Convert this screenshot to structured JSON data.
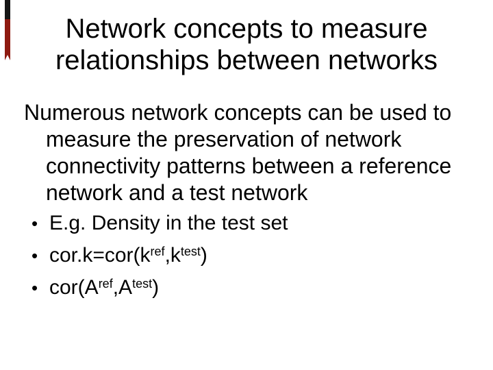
{
  "slide": {
    "background_color": "#ffffff",
    "text_color": "#000000",
    "ribbon": {
      "top_color": "#161616",
      "body_color": "#8e1a10"
    },
    "title": {
      "line1": "Network concepts to measure",
      "line2": "relationships between networks"
    },
    "paragraph": {
      "lines": [
        "Numerous network concepts can be used to",
        "measure the preservation of network",
        "connectivity patterns between a reference",
        "network and a test network"
      ]
    },
    "bullets": [
      {
        "marker": "•",
        "text": "E.g. Density in the test set"
      },
      {
        "marker": "•",
        "pre": "cor.k=cor(k",
        "sup1": "ref",
        "mid": ",k",
        "sup2": "test",
        "post": ")"
      },
      {
        "marker": "•",
        "pre": "cor(A",
        "sup1": "ref",
        "mid": ",A",
        "sup2": "test",
        "post": ")"
      }
    ]
  }
}
